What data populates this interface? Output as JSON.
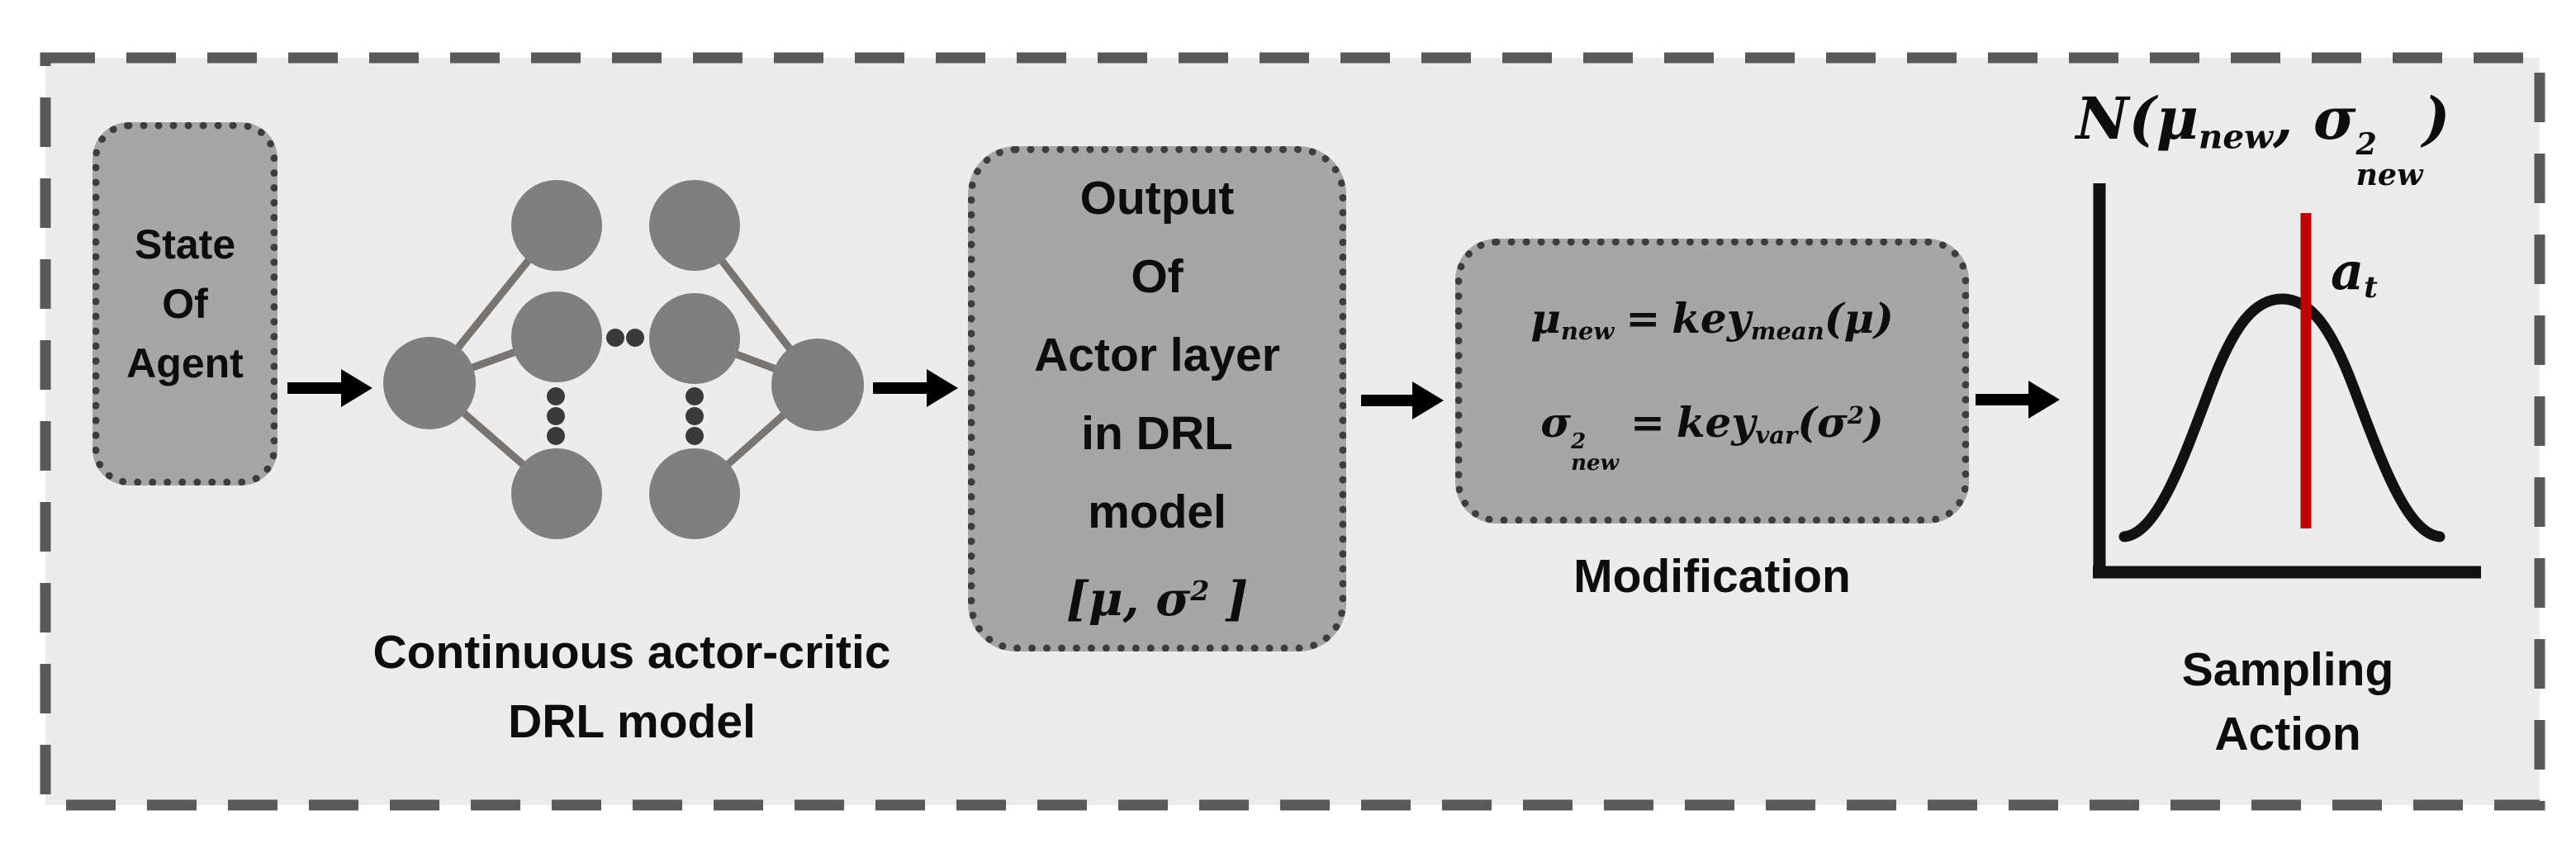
{
  "colors": {
    "background": "#ffffff",
    "panel_fill": "#ececec",
    "frame_stroke": "#595959",
    "box_fill": "#a6a6a6",
    "box_border": "#3d3d3d",
    "node_fill": "#7f7f7f",
    "edge_stroke": "#7a7470",
    "ellipsis_dots": "#3a3a3a",
    "arrow": "#000000",
    "curve": "#111111",
    "sample_line_red": "#c00000",
    "text": "#0d0d0d"
  },
  "state_box": {
    "line1": "State",
    "line2": "Of",
    "line3": "Agent"
  },
  "network_label": {
    "line1": "Continuous actor-critic",
    "line2": "DRL model"
  },
  "output_box": {
    "line1": "Output",
    "line2": "Of",
    "line3": "Actor layer",
    "line4": "in DRL",
    "line5": "model",
    "formula": {
      "open": "[",
      "mu": "μ",
      "comma": ", ",
      "sigma": "σ",
      "sigma_sup": "2",
      "close": " ]"
    }
  },
  "mod_box": {
    "eq1": {
      "lhs": "μ",
      "lhs_sub": "new",
      "eq": "=",
      "rhs": "key",
      "rhs_sub": "mean",
      "arg": "(μ)"
    },
    "eq2": {
      "lhs": "σ",
      "lhs_sup": "2",
      "lhs_sub": "new",
      "eq": "=",
      "rhs": "key",
      "rhs_sub": "var",
      "arg_open": "(σ",
      "arg_sup": "2",
      "arg_close": ")"
    }
  },
  "mod_label": "Modification",
  "distribution": {
    "title": {
      "prefix": "N(μ",
      "mu_sub": "new",
      "comma": ", ",
      "sigma": "σ",
      "sigma_sup": "2",
      "sigma_sub": "new",
      "suffix": ")"
    },
    "action_label": {
      "base": "a",
      "sub": "t"
    },
    "caption": {
      "line1": "Sampling",
      "line2": "Action"
    }
  }
}
